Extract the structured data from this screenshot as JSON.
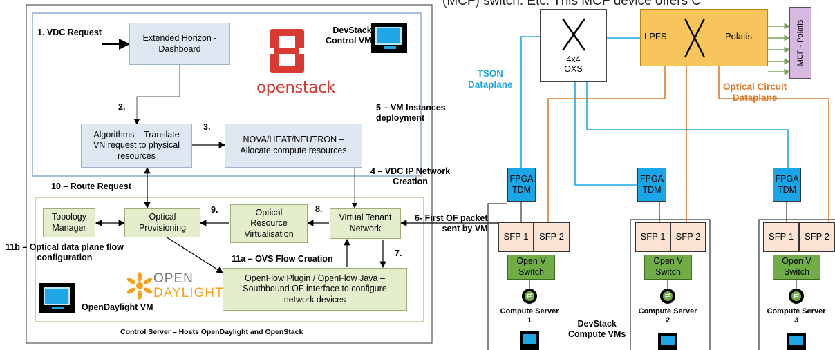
{
  "top_text": "(MCF) switch. Etc. This MCF device offers C",
  "control_server": {
    "caption": "Control Server – Hosts OpenDaylight and OpenStack",
    "devstack_control_vm": "DevStack\nControl VM",
    "openstack_logo": "openstack",
    "opendaylight_logo_top": "OPEN",
    "opendaylight_logo_bottom": "DAYLIGHT",
    "opendaylight_vm": "OpenDaylight VM",
    "boxes": {
      "horizon": "Extended Horizon -\nDashboard",
      "algorithms": "Algorithms – Translate\nVN request to physical\nresources",
      "nova": "NOVA/HEAT/NEUTRON –\nAllocate compute resources",
      "topology": "Topology\nManager",
      "provisioning": "Optical\nProvisioning",
      "virtualisation": "Optical\nResource\nVirtualisation",
      "vtn": "Virtual Tenant\nNetwork",
      "openflow": "OpenFlow Plugin / OpenFlow Java –\nSouthbound OF interface to configure\nnetwork devices"
    },
    "steps": {
      "s1": "1. VDC Request",
      "s2": "2.",
      "s3": "3.",
      "s4": "4 – VDC IP Network\nCreation",
      "s5": "5 – VM Instances\ndeployment",
      "s6": "6- First OF packet\nsent by VM",
      "s7": "7.",
      "s8": "8.",
      "s9": "9.",
      "s10": "10 – Route Request",
      "s11a": "11a – OVS Flow Creation",
      "s11b": "11b – Optical data plane flow\nconfiguration"
    }
  },
  "dataplane": {
    "oxs": "4x4\nOXS",
    "lpfs": "LPFS",
    "polatis": "Polatis",
    "mcf": "MCF - Polatis",
    "tson": "TSON\nDataplane",
    "optical_circuit": "Optical Circuit\nDataplane",
    "devstack_compute": "DevStack\nCompute VMs",
    "fpga": "FPGA\nTDM",
    "sfp1": "SFP 1",
    "sfp2": "SFP 2",
    "ovs": "Open V\nSwitch",
    "servers": [
      "Compute Server\n1",
      "Compute Server\n2",
      "Compute Server\n3"
    ]
  },
  "colors": {
    "tson_line": "#1ea7e4",
    "optical_line": "#e07b2e",
    "box_blue": "#dfe7f3",
    "box_green": "#e4edcc",
    "lpfs_fill": "#f7c55c",
    "mcf_fill": "#d7b8e0"
  }
}
